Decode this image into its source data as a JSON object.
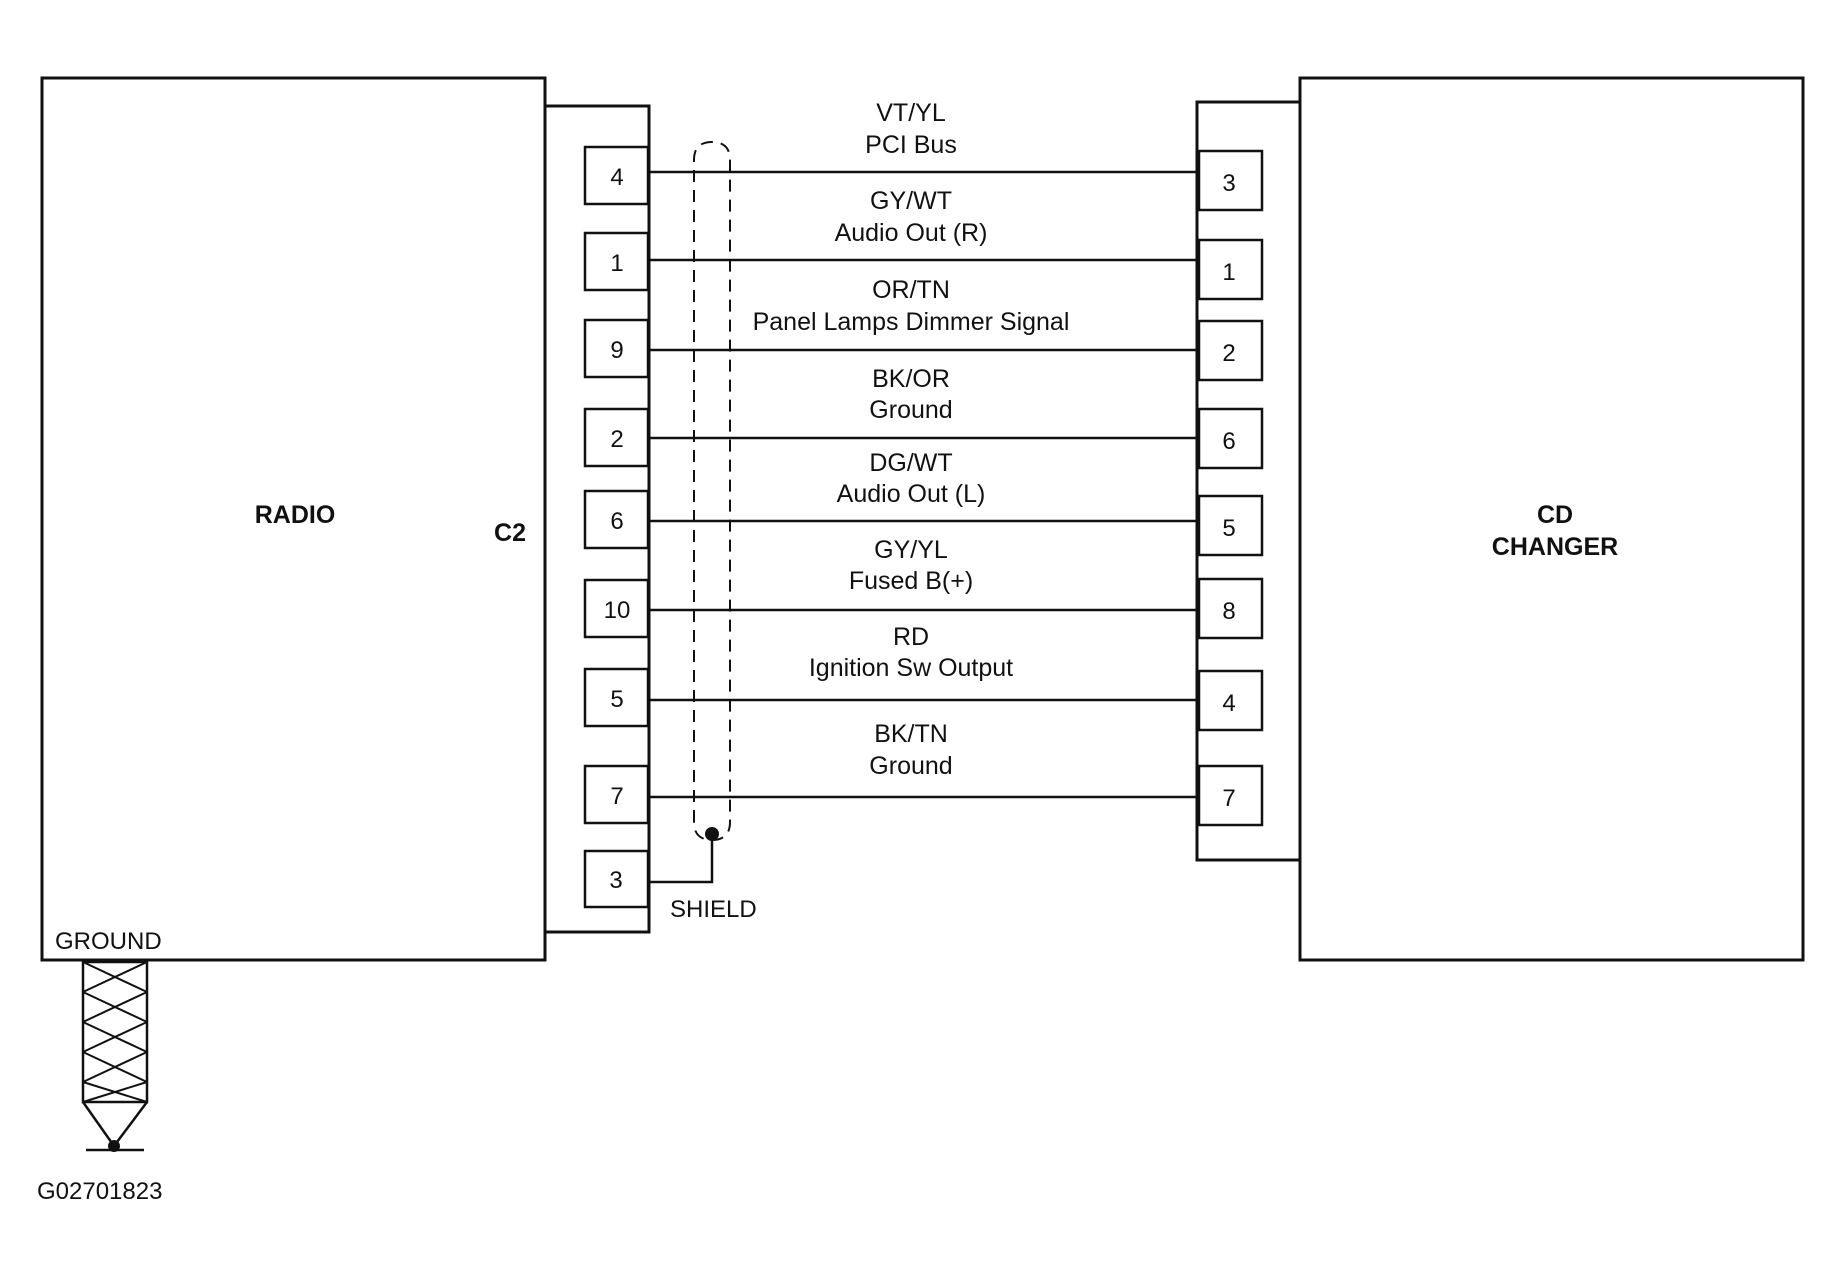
{
  "radio": {
    "label": "RADIO",
    "connector": "C2",
    "ground_label": "GROUND"
  },
  "cd_changer": {
    "label_line1": "CD",
    "label_line2": "CHANGER"
  },
  "shield_label": "SHIELD",
  "shield_pin": "3",
  "figure_id": "G02701823",
  "wires": [
    {
      "left_pin": "4",
      "right_pin": "3",
      "color": "VT/YL",
      "function": "PCI Bus"
    },
    {
      "left_pin": "1",
      "right_pin": "1",
      "color": "GY/WT",
      "function": "Audio Out (R)"
    },
    {
      "left_pin": "9",
      "right_pin": "2",
      "color": "OR/TN",
      "function": "Panel Lamps Dimmer Signal"
    },
    {
      "left_pin": "2",
      "right_pin": "6",
      "color": "BK/OR",
      "function": "Ground"
    },
    {
      "left_pin": "6",
      "right_pin": "5",
      "color": "DG/WT",
      "function": "Audio Out (L)"
    },
    {
      "left_pin": "10",
      "right_pin": "8",
      "color": "GY/YL",
      "function": "Fused B(+)"
    },
    {
      "left_pin": "5",
      "right_pin": "4",
      "color": "RD",
      "function": "Ignition Sw Output"
    },
    {
      "left_pin": "7",
      "right_pin": "7",
      "color": "BK/TN",
      "function": "Ground"
    }
  ]
}
